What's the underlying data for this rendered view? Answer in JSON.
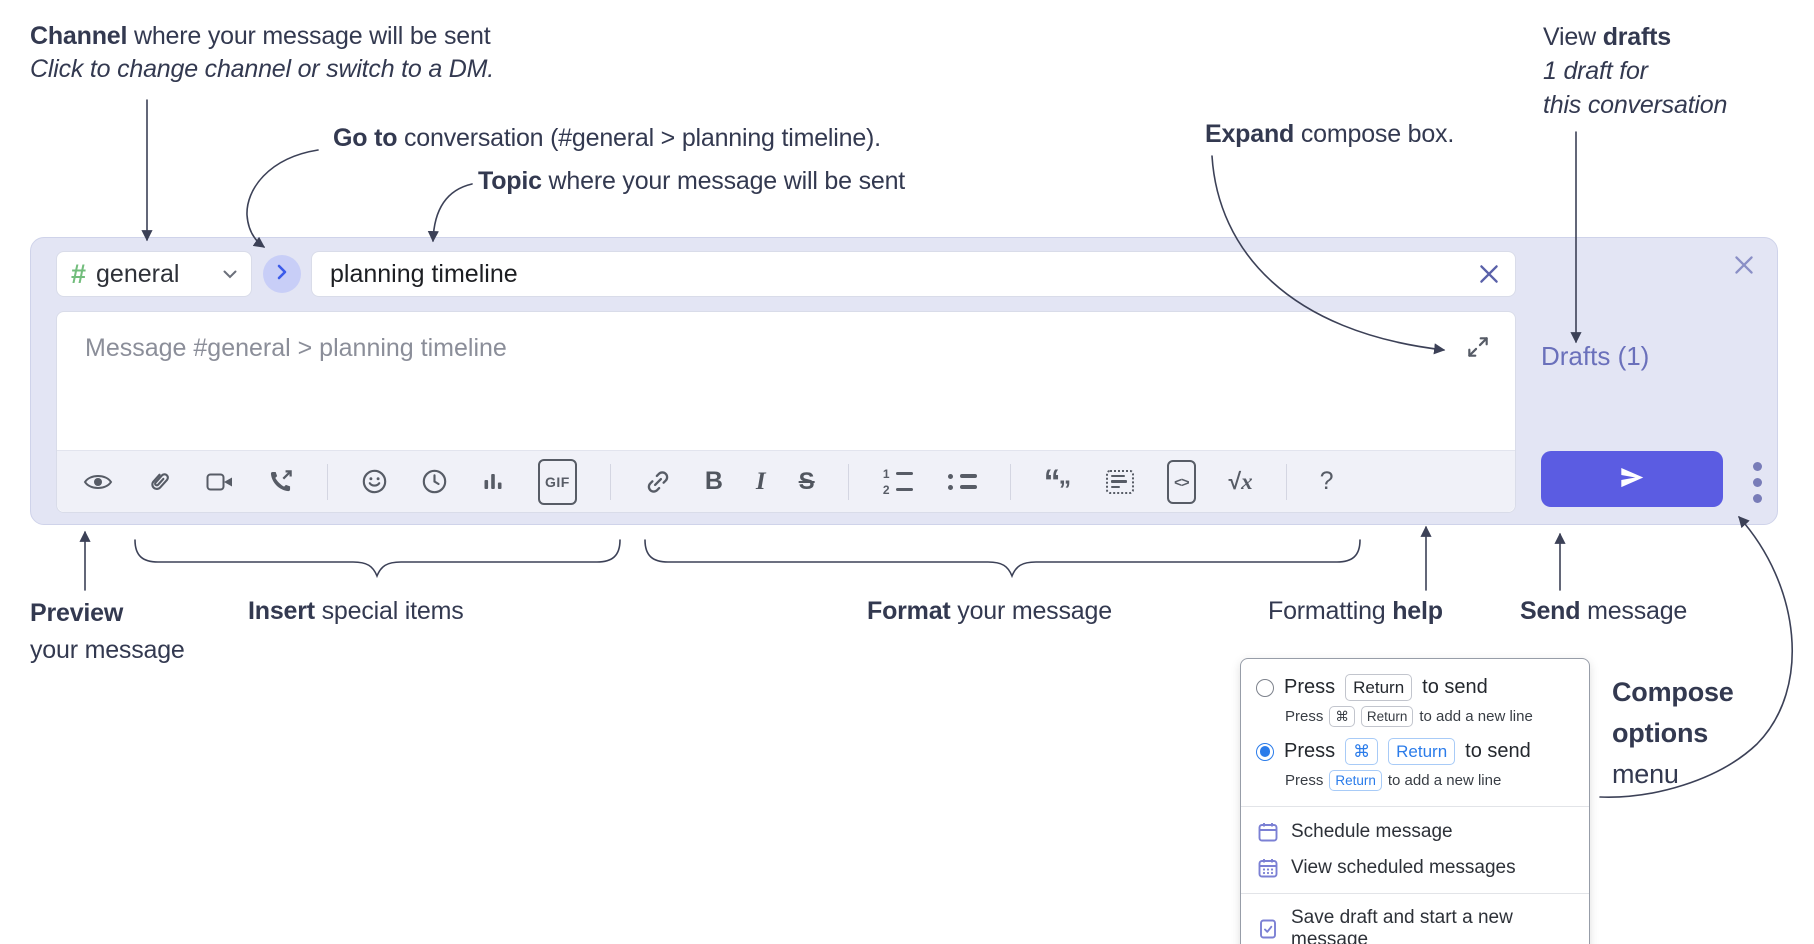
{
  "annotations": {
    "channel": {
      "bold": "Channel",
      "rest": " where your message will be sent",
      "sub": "Click to change channel or switch to a DM."
    },
    "goto": {
      "bold": "Go to",
      "rest": " conversation (#general > planning timeline)."
    },
    "topic": {
      "bold": "Topic",
      "rest": " where your message will be sent"
    },
    "expand": {
      "bold": "Expand",
      "rest": " compose box."
    },
    "view_drafts": {
      "pre": "View ",
      "bold": "drafts",
      "line2": "1 draft for",
      "line3": "this conversation"
    },
    "preview": {
      "bold": "Preview",
      "line2": "your message"
    },
    "insert": {
      "bold": "Insert",
      "rest": " special items"
    },
    "format": {
      "bold": "Format",
      "rest": " your message"
    },
    "formatting_help": {
      "pre": "Formatting ",
      "bold": "help"
    },
    "send": {
      "bold": "Send",
      "rest": " message"
    },
    "compose_options": {
      "line1": "Compose",
      "line2": "options",
      "line3": "menu"
    }
  },
  "compose": {
    "channel_hash": "#",
    "channel_name": "general",
    "topic_value": "planning timeline",
    "message_placeholder": "Message #general > planning timeline",
    "drafts_label": "Drafts (1)",
    "toolbar": {
      "icons": [
        "preview-eye",
        "attach",
        "video-call",
        "audio-call",
        "divider",
        "emoji",
        "time",
        "poll",
        "gif",
        "divider",
        "link",
        "bold",
        "italic",
        "strikethrough",
        "divider",
        "numbered-list",
        "bulleted-list",
        "divider",
        "quote",
        "spoiler",
        "code",
        "math",
        "divider",
        "help"
      ],
      "gif_label": "GIF",
      "bold_label": "B",
      "italic_label": "I",
      "strike_label": "S",
      "ol_1": "1",
      "ol_2": "2",
      "quote_open": "“",
      "quote_close": "”",
      "code_label": "<>",
      "math_root": "√",
      "math_x": "x",
      "help_label": "?"
    }
  },
  "menu": {
    "option1": {
      "selected": false,
      "press": "Press",
      "key": "Return",
      "after": "to send",
      "sub_press": "Press",
      "sub_key1": "⌘",
      "sub_key2": "Return",
      "sub_after": "to add a new line"
    },
    "option2": {
      "selected": true,
      "press": "Press",
      "key1": "⌘",
      "key2": "Return",
      "after": "to send",
      "sub_press": "Press",
      "sub_key": "Return",
      "sub_after": "to add a new line"
    },
    "items": [
      {
        "icon": "calendar",
        "label": "Schedule message"
      },
      {
        "icon": "calendar-grid",
        "label": "View scheduled messages"
      },
      {
        "icon": "save-draft",
        "label": "Save draft and start a new message"
      }
    ]
  },
  "colors": {
    "compose_bg": "#e3e5f4",
    "send_button": "#5b5ce2",
    "drafts_link": "#6a70bb",
    "channel_hash": "#72bd7c",
    "selected_radio": "#2b7cea",
    "menu_icon": "#7b80d4",
    "annotation_text": "#333950"
  }
}
